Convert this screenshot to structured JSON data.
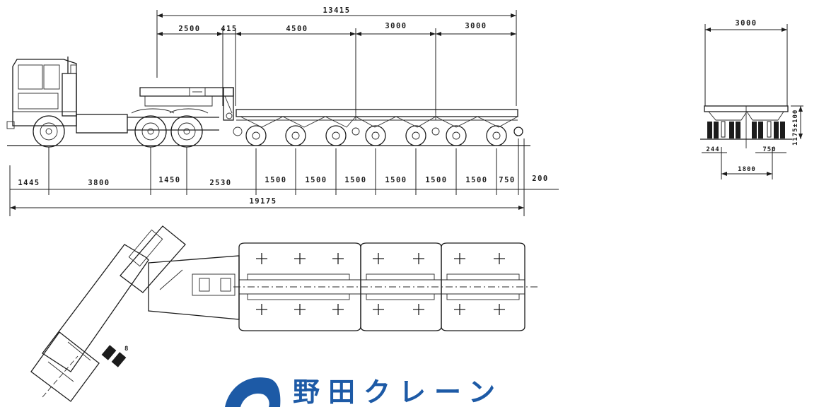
{
  "colors": {
    "line": "#1c1c1c",
    "brand": "#1d5aa6",
    "background": "#ffffff"
  },
  "side_view": {
    "top_dims": {
      "overall": "13415",
      "segments": [
        "2500",
        "415",
        "4500",
        "3000",
        "3000"
      ]
    },
    "bottom_dims": {
      "segments": [
        "1445",
        "3800",
        "1450",
        "2530",
        "1500",
        "1500",
        "1500",
        "1500",
        "1500",
        "1500",
        "750",
        "200"
      ],
      "overall": "19175"
    }
  },
  "rear_view": {
    "width": "3000",
    "height": "1175±100",
    "dims": [
      "244",
      "750",
      "1800"
    ]
  },
  "plan_view": {
    "extra_mark": "8"
  },
  "brand": {
    "name": "野田クレーン",
    "logo_icon": "crane-logo-icon"
  }
}
